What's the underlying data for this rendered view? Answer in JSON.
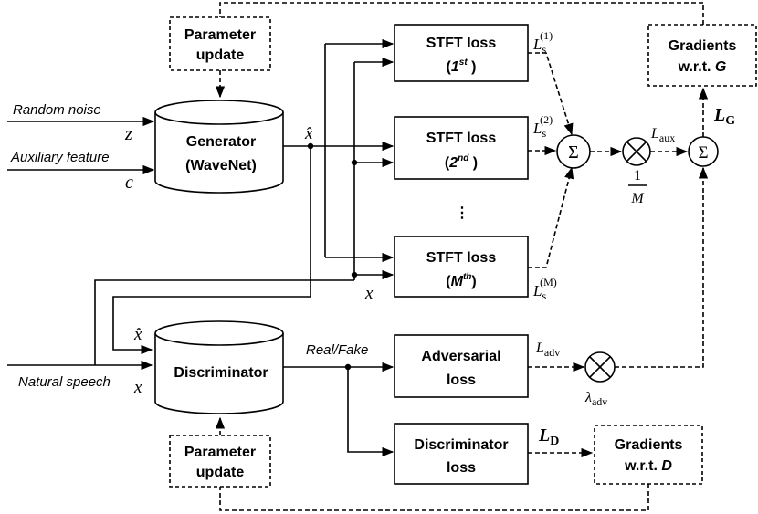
{
  "inputs": {
    "random_noise": "Random noise",
    "z": "z",
    "auxiliary_feature": "Auxiliary feature",
    "c": "c",
    "natural_speech": "Natural speech"
  },
  "generator": {
    "line1": "Generator",
    "line2": "(WaveNet)"
  },
  "discriminator": {
    "label": "Discriminator"
  },
  "param_update_top": {
    "line1": "Parameter",
    "line2": "update"
  },
  "param_update_bottom": {
    "line1": "Parameter",
    "line2": "update"
  },
  "stft": [
    {
      "line1": "STFT loss",
      "order_num": "1",
      "order_sup": "st",
      "loss_label": "L",
      "loss_sub": "s",
      "loss_sup": "(1)"
    },
    {
      "line1": "STFT loss",
      "order_num": "2",
      "order_sup": "nd",
      "loss_label": "L",
      "loss_sub": "s",
      "loss_sup": "(2)"
    },
    {
      "line1": "STFT loss",
      "order_num": "M",
      "order_sup": "th",
      "loss_label": "L",
      "loss_sub": "s",
      "loss_sup": "(M)"
    }
  ],
  "ellipsis": "⋮",
  "symbols": {
    "x_hat": "x̂",
    "x": "x",
    "sum": "Σ",
    "one": "1",
    "M": "M",
    "L_aux": "L",
    "aux_sub": "aux",
    "L_G": "L",
    "G_sub": "G",
    "L_adv": "L",
    "adv_sub": "adv",
    "lambda": "λ",
    "lambda_sub": "adv",
    "L_D": "L",
    "D_sub": "D"
  },
  "gradients_g": {
    "line1": "Gradients",
    "line2_prefix": "w.r.t. ",
    "line2_var": "G"
  },
  "gradients_d": {
    "line1": "Gradients",
    "line2_prefix": "w.r.t. ",
    "line2_var": "D"
  },
  "real_fake": "Real/Fake",
  "adversarial_loss": {
    "line1": "Adversarial",
    "line2": "loss"
  },
  "discriminator_loss": {
    "line1": "Discriminator",
    "line2": "loss"
  }
}
